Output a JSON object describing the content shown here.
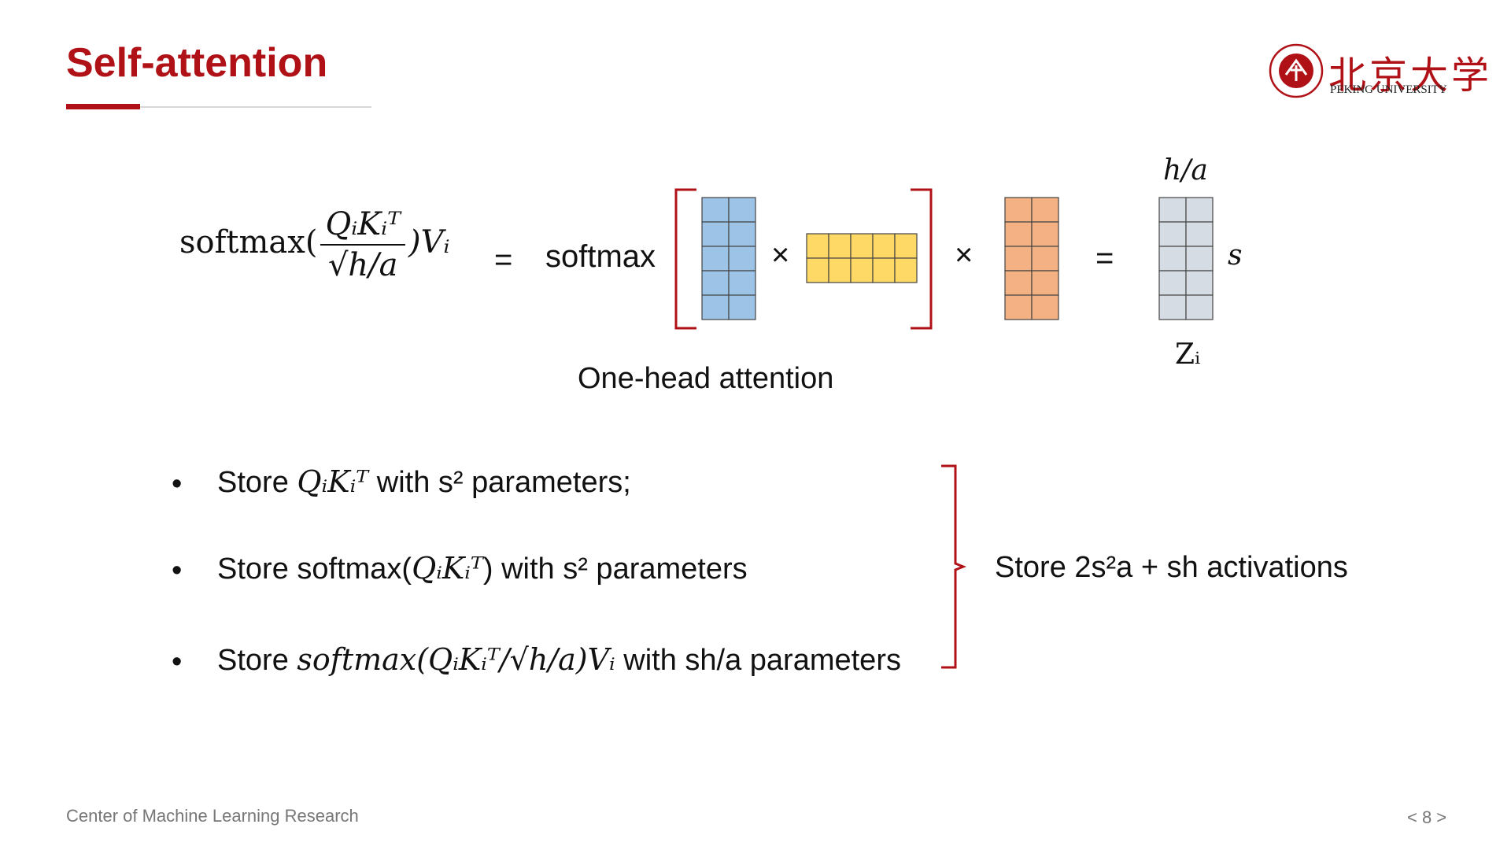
{
  "slide": {
    "title": "Self-attention",
    "logo_cn": "北京大学",
    "logo_en": "PEKING UNIVERSITY",
    "footer_left": "Center of Machine Learning Research",
    "page_number": "< 8 >"
  },
  "formula": {
    "lhs_softmax": "softmax(",
    "lhs_num": "QᵢKᵢᵀ",
    "lhs_den": "√h/a",
    "lhs_tail": ")Vᵢ",
    "equals": "=",
    "softmax_word": "softmax",
    "times1": "×",
    "times2": "×",
    "equals2": "=",
    "dim_top": "h/a",
    "dim_side": "s",
    "result_label": "Zᵢ",
    "caption": "One-head attention"
  },
  "matrix_colors": {
    "query": "#9dc3e6",
    "key": "#ffd966",
    "value": "#f4b183",
    "output": "#d6dce4",
    "bracket": "#b01116"
  },
  "bullets": [
    {
      "prefix": "Store ",
      "math": "QᵢKᵢᵀ",
      "suffix": " with s² parameters;"
    },
    {
      "prefix": "Store softmax(",
      "math": "QᵢKᵢᵀ",
      "suffix": ") with s² parameters"
    },
    {
      "prefix": "Store ",
      "math": "softmax(QᵢKᵢᵀ/√h/a)Vᵢ",
      "suffix": " with sh/a parameters"
    }
  ],
  "summary": "Store 2s²a + sh activations",
  "bullet_symbol": "•"
}
